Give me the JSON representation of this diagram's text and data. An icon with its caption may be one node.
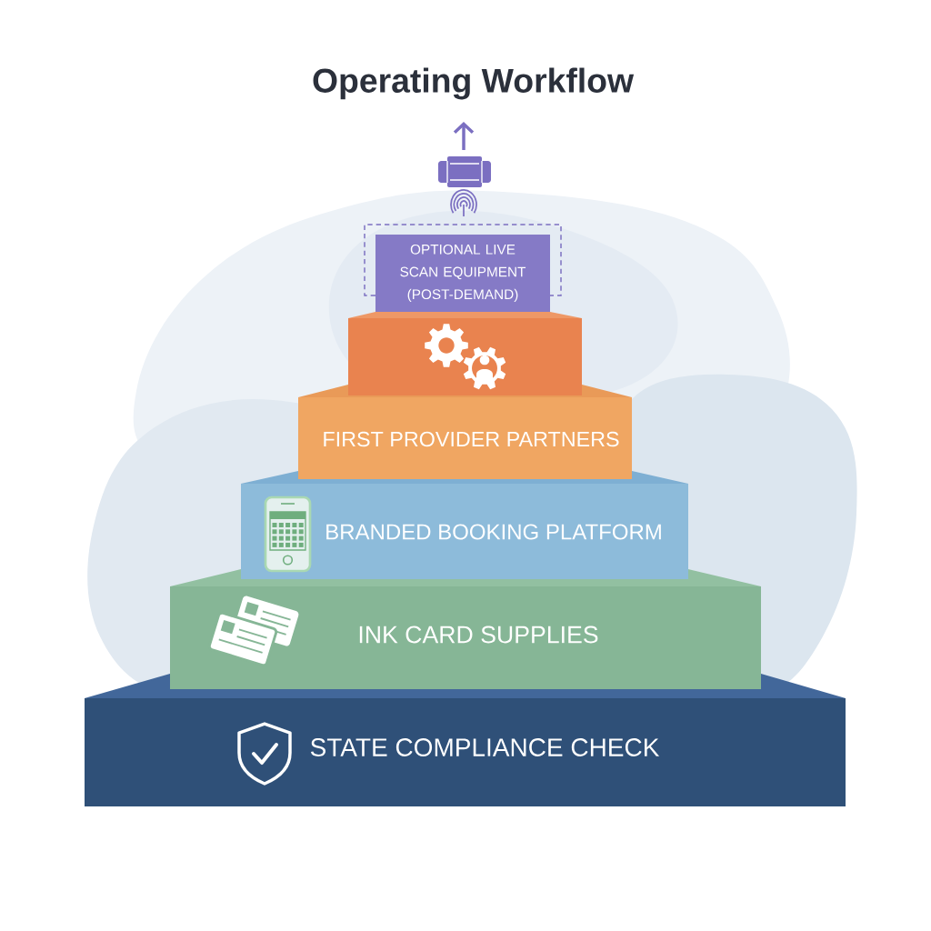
{
  "diagram": {
    "title": "Operating Workflow",
    "nodes": [
      {
        "text": [
          "OPTIONAL LIVE SCAN EQUIPMENT (POST-DEMAND)"
        ]
      },
      {
        "text": [],
        "shape": "box"
      },
      {
        "text": [
          "FIRST PROVIDER PARTNERS"
        ]
      },
      {
        "text": [
          "BRANDED BOOKING PLATFORM"
        ]
      },
      {
        "text": [
          "INK CARD SUPPLIES"
        ]
      },
      {
        "text": [
          "STATE COMPLIANCE CHECK"
        ]
      }
    ]
  }
}
